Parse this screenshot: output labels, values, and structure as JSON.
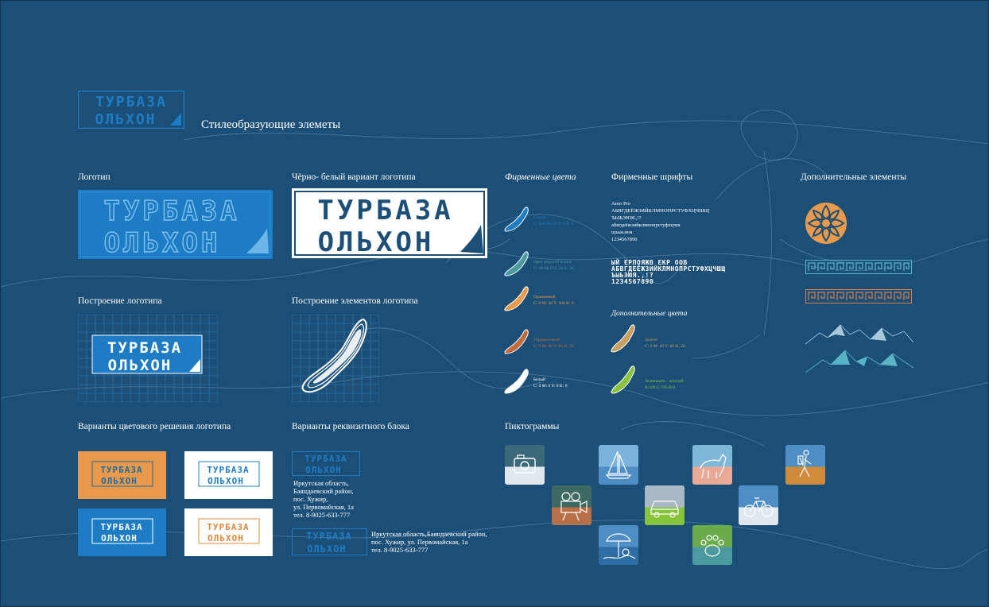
{
  "title": "Стилеобразующие элеметы",
  "logo": {
    "line1": "ТУРБАЗА",
    "line2": "ОЛЬХОН"
  },
  "sections": {
    "logo": "Логотип",
    "bw_logo": "Чёрно- белый вариант логотипа",
    "brand_colors": "Фирменные цвета",
    "brand_fonts": "Фирменные шрифты",
    "extra_elements": "Дополнительные элементы",
    "logo_construction": "Построение логотипа",
    "logo_elements_construction": "Построение элементов логотипа",
    "color_variants": "Варианты цветового решения логотипа",
    "requisite_variants": "Варианты реквизитного блока",
    "pictograms": "Пиктограммы",
    "extra_colors": "Дополнительные цвета"
  },
  "colors": {
    "background": "#1c4f77",
    "logo_blue": "#1e7cc4",
    "orange": "#e89a4a",
    "white": "#ffffff"
  },
  "brand_colors": [
    {
      "name": "Синий",
      "cmyk": "C: 100 M: 20 Y: 0 K: 0",
      "color": "#1e7cc4"
    },
    {
      "name": "Цвет морской волны",
      "cmyk": "C: 60 M: 0 Y: 20 K: 20",
      "color": "#4a9aa0"
    },
    {
      "name": "Оранжевый",
      "cmyk": "C: 0 M: 40 Y: 100 K: 0",
      "color": "#e89a4a"
    },
    {
      "name": "Терракотовый",
      "cmyk": "C: 0 M: 60 Y: 80 K: 20",
      "color": "#c26b3c"
    },
    {
      "name": "Белый",
      "cmyk": "C: 0 M: 0 Y: 0 K: 0",
      "color": "#ffffff"
    }
  ],
  "extra_colors": [
    {
      "name": "Золото",
      "cmyk": "C: 0 M: 20 Y: 60 K: 20",
      "color": "#c8a060"
    },
    {
      "name": "Зеленовато - жёлтый",
      "cmyk": "R:248 G:195 B:0",
      "color": "#8ac43c"
    }
  ],
  "fonts": {
    "regular_name": "Arno Pro",
    "regular_upper": "АБВГДЕЁЖЗИЙКЛМНОПРСТУФХЦЧШЩ",
    "regular_upper2": "ЪЫЬЭЮЯ.,!?",
    "regular_lower": "абвгдеёжзийклмнопрстуфхцчш",
    "regular_lower2": "щъыьэюя",
    "regular_digits": "1234567890",
    "display_line1": "ЫЙ ЕРПОЯЖВ ЕКР ООВ",
    "display_line2": "АБВГДЕЁЖЗИЙКЛМНОПРСТУФХЦЧШЩ",
    "display_line3": "ЪЫЬЭЮЯ.,!?",
    "display_line4": "1234567890"
  },
  "address": {
    "line1": "Иркутская область,",
    "line2": "Баяндаевский район,",
    "line3": "пос. Хужир,",
    "line4": "ул. Первомайская, 1а",
    "line5": "тел. 8-9025-633-777",
    "h_line1": "Иркутская область,Баяндаевский район,",
    "h_line2": "пос. Хужир,  ул. Первомайская, 1а",
    "h_line3": "тел. 8-9025-633-777"
  },
  "pictograms": [
    {
      "name": "camera",
      "bg_top": "#3a6a7a",
      "bg_bottom": "#e0e8ee"
    },
    {
      "name": "sailboat",
      "bg_top": "#7ab4dc",
      "bg_bottom": "#4f8ec4"
    },
    {
      "name": "horse",
      "bg_top": "#7eb7d8",
      "bg_bottom": "#e8a896"
    },
    {
      "name": "hiker",
      "bg_top": "#4f8ec4",
      "bg_bottom": "#d08a3a"
    },
    {
      "name": "film-camera",
      "bg_top": "#3f6a62",
      "bg_bottom": "#b87048"
    },
    {
      "name": "car",
      "bg_top": "#a8b8c4",
      "bg_bottom": "#86c43c"
    },
    {
      "name": "bicycle",
      "bg_top": "#4f8ec4",
      "bg_bottom": "#e0e8ee"
    },
    {
      "name": "beach",
      "bg_top": "#4f8ec4",
      "bg_bottom": "#2f6ea4"
    },
    {
      "name": "paw",
      "bg_top": "#6aac4c",
      "bg_bottom": "#4a9aa0"
    }
  ]
}
